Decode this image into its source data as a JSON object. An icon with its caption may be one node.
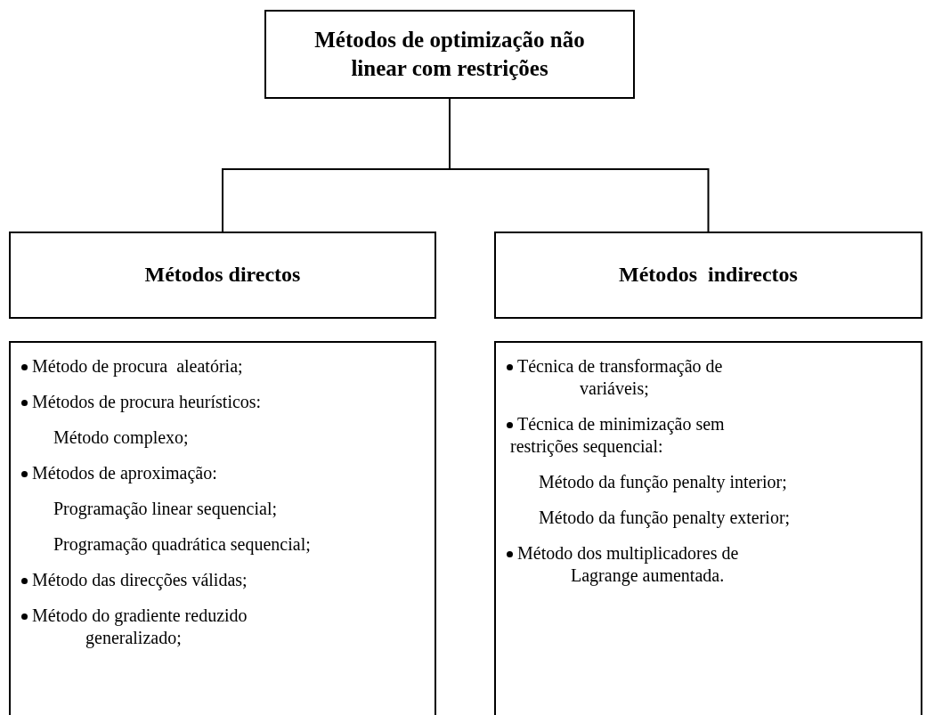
{
  "diagram": {
    "nodes": [
      {
        "text": [
          "Métodos de optimização não linear com restrições"
        ]
      },
      {
        "text": [
          "Métodos directos"
        ]
      },
      {
        "text": [
          "Métodos  indirectos"
        ]
      },
      {
        "text": [
          "Método de procura  aleatória;",
          "Métodos de procura heurísticos:",
          "Método complexo;",
          "Métodos de aproximação:",
          "Programação linear sequencial;",
          "Programação quadrática sequencial;",
          "Método das direcções válidas;",
          "Método do gradiente reduzido generalizado;"
        ]
      },
      {
        "text": [
          "Técnica de transformação de variáveis;",
          "Técnica de minimização sem restrições sequencial:",
          "Método da função penalty interior;",
          "Método da função penalty exterior;",
          "Método dos multiplicadores de Lagrange aumentada."
        ]
      }
    ],
    "edges": [
      {
        "from": 0,
        "to": 1,
        "arrow": "none"
      },
      {
        "from": 0,
        "to": 2,
        "arrow": "none"
      }
    ]
  }
}
